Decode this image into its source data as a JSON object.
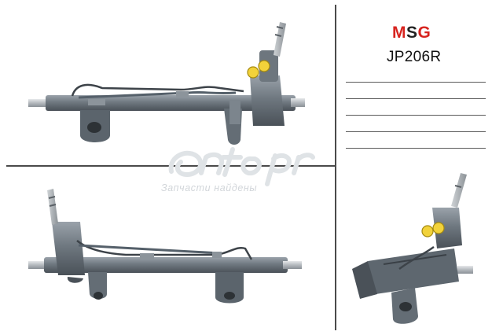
{
  "brand": {
    "logo_text": "MSG",
    "colors": {
      "primary": "#d7241f",
      "secondary": "#222222"
    }
  },
  "part_number": "JP206R",
  "watermark": {
    "logo_text": "autopro",
    "tagline": "Запчасти найдены"
  },
  "views": [
    {
      "name": "top-view",
      "icon": "steering-rack"
    },
    {
      "name": "bottom-view",
      "icon": "steering-rack"
    },
    {
      "name": "end-view",
      "icon": "steering-rack"
    }
  ],
  "info_lines_count": 5
}
